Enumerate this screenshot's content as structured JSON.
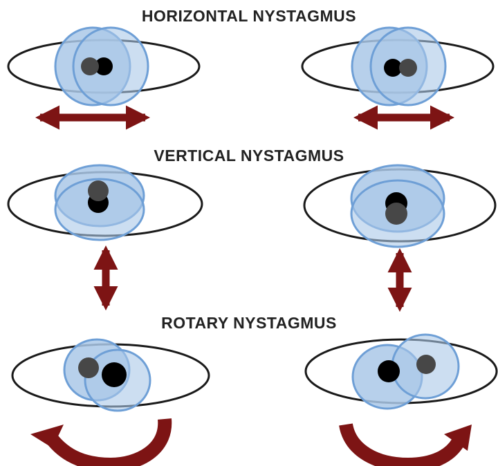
{
  "headings": {
    "horizontal": "HORIZONTAL NYSTAGMUS",
    "vertical": "VERTICAL NYSTAGMUS",
    "rotary": "ROTARY NYSTAGMUS"
  },
  "colors": {
    "eye_outline": "#1a1a1a",
    "iris_fill": "#aac8e8",
    "iris_stroke": "#6e9fd6",
    "pupil_dark": "#000000",
    "pupil_grey": "#474747",
    "arrow": "#7d1414",
    "text": "#222222"
  },
  "icons": [
    "horizontal-double-arrow-icon",
    "vertical-double-arrow-icon",
    "curved-arrow-icon"
  ]
}
